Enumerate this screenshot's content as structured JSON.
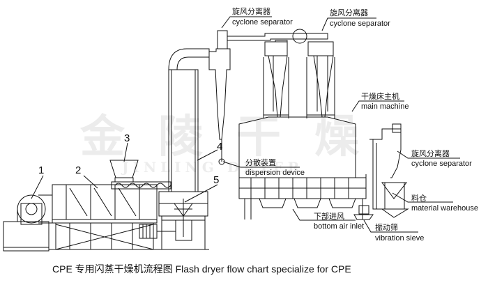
{
  "caption": "CPE 专用闪蒸干燥机流程图    Flash dryer flow chart specialize for CPE",
  "watermark": {
    "chars": "金陵干燥",
    "latin": "JINLING DRYER"
  },
  "numbers": [
    "1",
    "2",
    "3",
    "4",
    "5"
  ],
  "labels": {
    "cyclone1_cn": "旋风分离器",
    "cyclone1_en": "cyclone separator",
    "cyclone2_cn": "旋风分离器",
    "cyclone2_en": "cyclone separator",
    "main_cn": "干燥床主机",
    "main_en": "main machine",
    "cyclone3_cn": "旋风分离器",
    "cyclone3_en": "cyclone separator",
    "dispersion_cn": "分散装置",
    "dispersion_en": "dispersion device",
    "warehouse_cn": "料仓",
    "warehouse_en": "material warehouse",
    "inlet_cn": "下部进风",
    "inlet_en": "bottom air inlet",
    "sieve_cn": "振动筛",
    "sieve_en": "vibration sieve"
  },
  "colors": {
    "line": "#111111",
    "background": "#ffffff"
  }
}
